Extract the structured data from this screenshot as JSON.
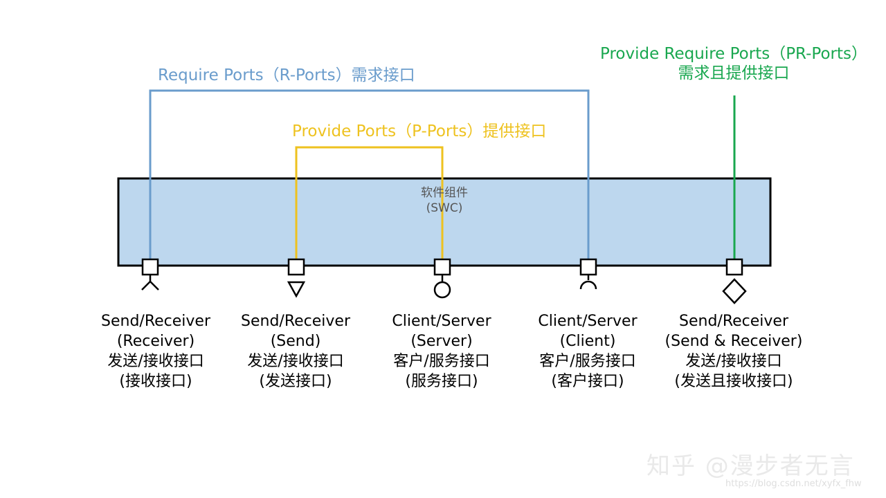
{
  "component": {
    "name": "软件组件",
    "abbr": "(SWC)"
  },
  "groups": {
    "require_ports": {
      "label": "Require Ports（R-Ports）需求接口",
      "color": "#6a9ccc"
    },
    "provide_ports": {
      "label": "Provide Ports（P-Ports）提供接口",
      "color": "#eec21f"
    },
    "provide_require_ports": {
      "label_line1": "Provide Require Ports（PR-Ports）",
      "label_line2": "需求且提供接口",
      "color": "#19a74f"
    }
  },
  "colors": {
    "component_fill": "#bdd7ee",
    "outline": "#000000"
  },
  "ports": [
    {
      "symbol": "receiver-arrow-icon",
      "group": "require",
      "label": [
        "Send/Receiver",
        "(Receiver)",
        "发送/接收接口",
        "(接收接口)"
      ]
    },
    {
      "symbol": "sender-triangle-icon",
      "group": "provide",
      "label": [
        "Send/Receiver",
        "(Send)",
        "发送/接收接口",
        "(发送接口)"
      ]
    },
    {
      "symbol": "server-circle-icon",
      "group": "provide",
      "label": [
        "Client/Server",
        "(Server)",
        "客户/服务接口",
        "(服务接口)"
      ]
    },
    {
      "symbol": "client-arc-icon",
      "group": "require",
      "label": [
        "Client/Server",
        "(Client)",
        "客户/服务接口",
        "(客户接口)"
      ]
    },
    {
      "symbol": "send-receiver-diamond-icon",
      "group": "provide-require",
      "label": [
        "Send/Receiver",
        "(Send & Receiver)",
        "发送/接收接口",
        "(发送且接收接口)"
      ]
    }
  ],
  "watermark": {
    "text": "知乎 @漫步者无言",
    "url": "https://blog.csdn.net/xyfx_fhw"
  }
}
